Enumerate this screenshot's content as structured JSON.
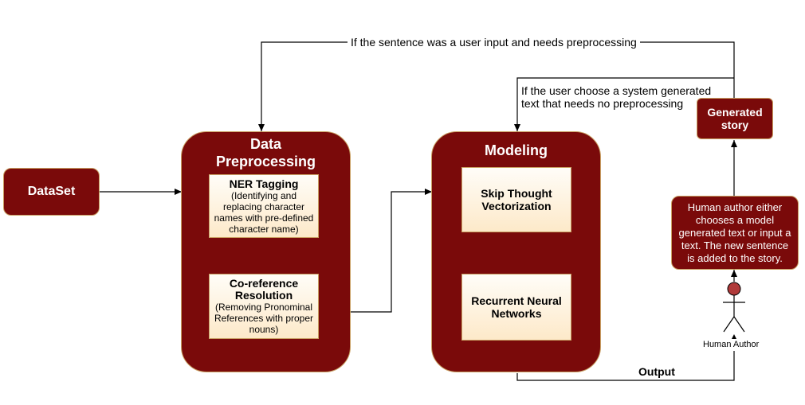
{
  "nodes": {
    "dataset": "DataSet",
    "preprocessing_title": "Data\nPreprocessing",
    "ner_title": "NER Tagging",
    "ner_desc": "(Identifying and\nreplacing character\nnames with pre-defined\ncharacter name)",
    "coref_title": "Co-reference\nResolution",
    "coref_desc": "(Removing Pronominal\nReferences with proper\nnouns)",
    "modeling_title": "Modeling",
    "skip_thought": "Skip Thought\nVectorization",
    "rnn": "Recurrent Neural\nNetworks",
    "generated_story": "Generated\nstory",
    "human_choice": "Human author either\nchooses a model\ngenerated text or input a\ntext. The new sentence\nis added to the story.",
    "human_author": "Human Author"
  },
  "edges": {
    "user_input_label": "If the sentence was a user input and needs preprocessing",
    "system_text_label": "If the user choose a system generated\ntext that needs no preprocessing",
    "output_label": "Output"
  },
  "colors": {
    "node_fill": "#7a0a0a",
    "node_border": "#c9a063",
    "inner_fill": "#fde9c9",
    "line": "#000000"
  }
}
